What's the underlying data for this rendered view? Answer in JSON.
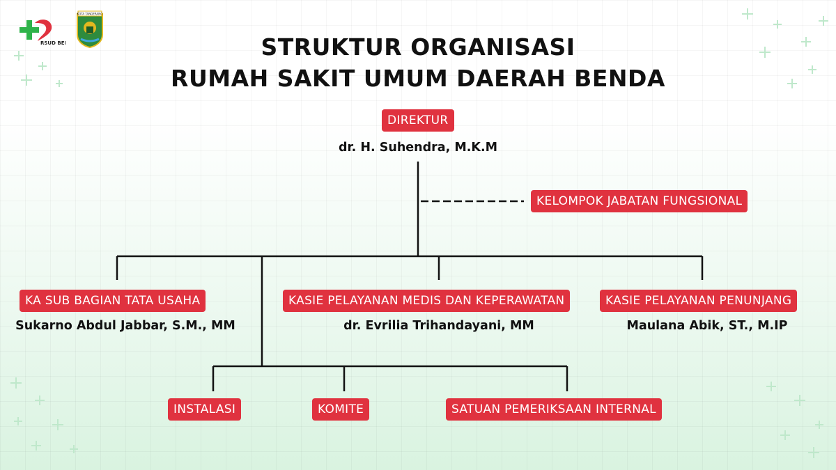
{
  "header": {
    "title_line1": "STRUKTUR ORGANISASI",
    "title_line2": "RUMAH SAKIT UMUM DAERAH BENDA",
    "logo_hospital_text": "RSUD BENDA",
    "logo_city_text": "KOTA TANGERANG"
  },
  "director": {
    "role": "DIREKTUR",
    "name": "dr. H. Suhendra, M.K.M"
  },
  "functional_group": {
    "role": "KELOMPOK JABATAN FUNGSIONAL"
  },
  "sections": [
    {
      "role": "KA SUB BAGIAN TATA USAHA",
      "name": "Sukarno Abdul Jabbar, S.M., MM"
    },
    {
      "role": "KASIE PELAYANAN MEDIS DAN KEPERAWATAN",
      "name": "dr. Evrilia Trihandayani, MM"
    },
    {
      "role": "KASIE PELAYANAN PENUNJANG",
      "name": "Maulana Abik, ST., M.IP"
    }
  ],
  "units": [
    {
      "role": "INSTALASI"
    },
    {
      "role": "KOMITE"
    },
    {
      "role": "SATUAN PEMERIKSAAN INTERNAL"
    }
  ],
  "colors": {
    "box": "#e0323f",
    "line": "#111111",
    "accent_green": "#2fb34a"
  }
}
